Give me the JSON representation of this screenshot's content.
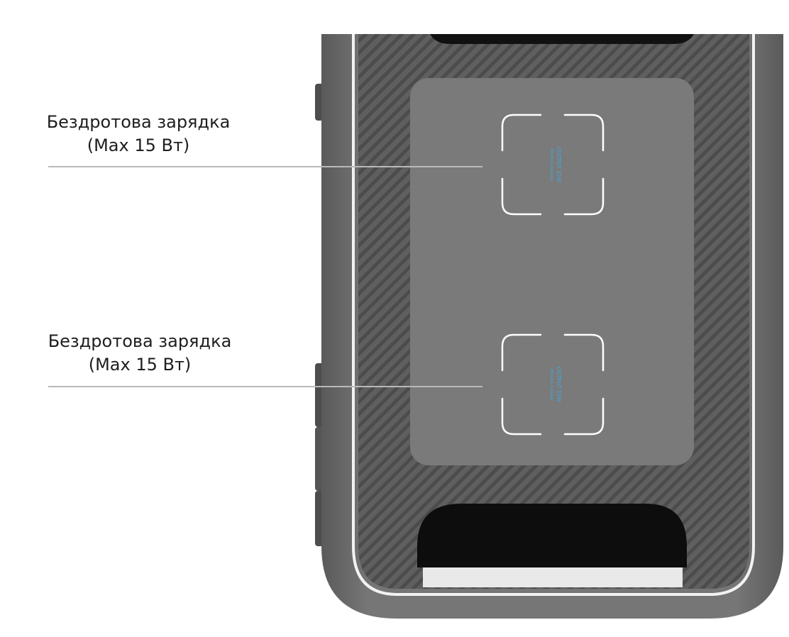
{
  "callouts": [
    {
      "title": "Бездротова зарядка",
      "subtitle": "(Max 15 Вт)"
    },
    {
      "title": "Бездротова зарядка",
      "subtitle": "(Max 15 Вт)"
    }
  ],
  "pads": [
    {
      "output_label": "OUTPUT 15W",
      "sub_label": "Wireless charging"
    },
    {
      "output_label": "OUTPUT 15W",
      "sub_label": "Wireless charging"
    }
  ],
  "colors": {
    "body_shell": "#6e6e6e",
    "stripe_panel": "#5d5d5d",
    "pad_panel": "#797979",
    "pad_marks": "#ffffff",
    "pad_text": "#3fa9e0",
    "callout_line": "#b9b9b9"
  }
}
